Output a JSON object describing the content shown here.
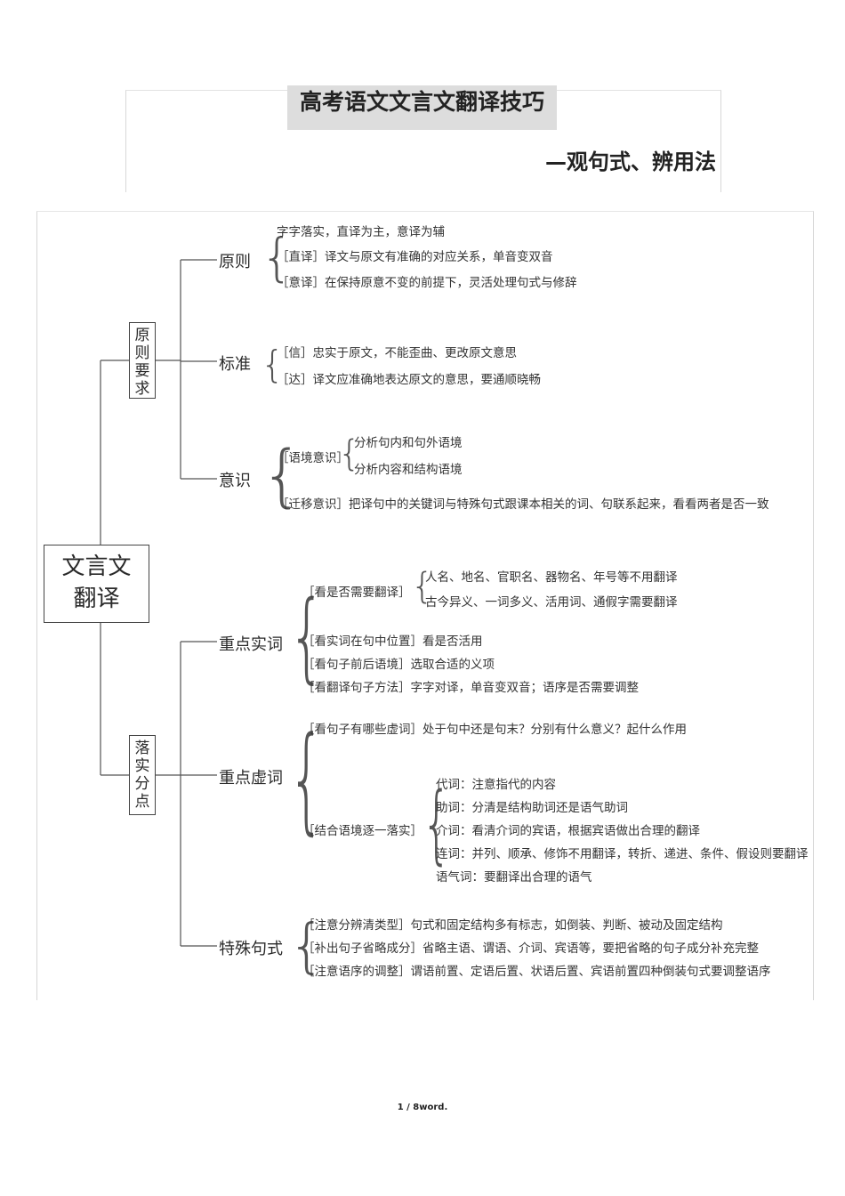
{
  "header": {
    "title": "高考语文文言文翻译技巧",
    "subtitle": "—观句式、辨用法"
  },
  "diagram": {
    "root": "文言文翻译",
    "root_line1": "文言文",
    "root_line2": "翻译",
    "group1": {
      "label": "原则要求",
      "chars": [
        "原",
        "则",
        "要",
        "求"
      ],
      "principle": {
        "label": "原则",
        "items": [
          "字字落实，直译为主，意译为辅",
          "［直译］译文与原文有准确的对应关系，单音变双音",
          "［意译］在保持原意不变的前提下，灵活处理句式与修辞"
        ]
      },
      "standard": {
        "label": "标准",
        "items": [
          "［信］忠实于原文，不能歪曲、更改原文意思",
          "［达］译文应准确地表达原文的意思，要通顺晓畅"
        ]
      },
      "awareness": {
        "label": "意识",
        "context_label": "［语境意识］",
        "context_items": [
          "分析句内和句外语境",
          "分析内容和结构语境"
        ],
        "transfer": "［迁移意识］把译句中的关键词与特殊句式跟课本相关的词、句联系起来，看看两者是否一致"
      }
    },
    "group2": {
      "label": "落实分点",
      "chars": [
        "落",
        "实",
        "分",
        "点"
      ],
      "notional": {
        "label": "重点实词",
        "need_label": "［看是否需要翻译］",
        "need_items": [
          "人名、地名、官职名、器物名、年号等不用翻译",
          "古今异义、一词多义、活用词、通假字需要翻译"
        ],
        "items": [
          "［看实词在句中位置］看是否活用",
          "［看句子前后语境］选取合适的义项",
          "［看翻译句子方法］字字对译，单音变双音；语序是否需要调整"
        ]
      },
      "function_words": {
        "label": "重点虚词",
        "first": "［看句子有哪些虚词］处于句中还是句末？分别有什么意义？起什么作用",
        "combine_label": "［结合语境逐一落实］",
        "combine_items": [
          "代词：注意指代的内容",
          "助词：分清是结构助词还是语气助词",
          "介词：看清介词的宾语，根据宾语做出合理的翻译",
          "连词：并列、顺承、修饰不用翻译，转折、递进、条件、假设则要翻译",
          "语气词：要翻译出合理的语气"
        ]
      },
      "special": {
        "label": "特殊句式",
        "items": [
          "［注意分辨清类型］句式和固定结构多有标志，如倒装、判断、被动及固定结构",
          "［补出句子省略成分］省略主语、谓语、介词、宾语等，要把省略的句子成分补充完整",
          "［注意语序的调整］谓语前置、定语后置、状语后置、宾语前置四种倒装句式要调整语序"
        ]
      }
    }
  },
  "footer": {
    "page": "1 / 8word."
  }
}
